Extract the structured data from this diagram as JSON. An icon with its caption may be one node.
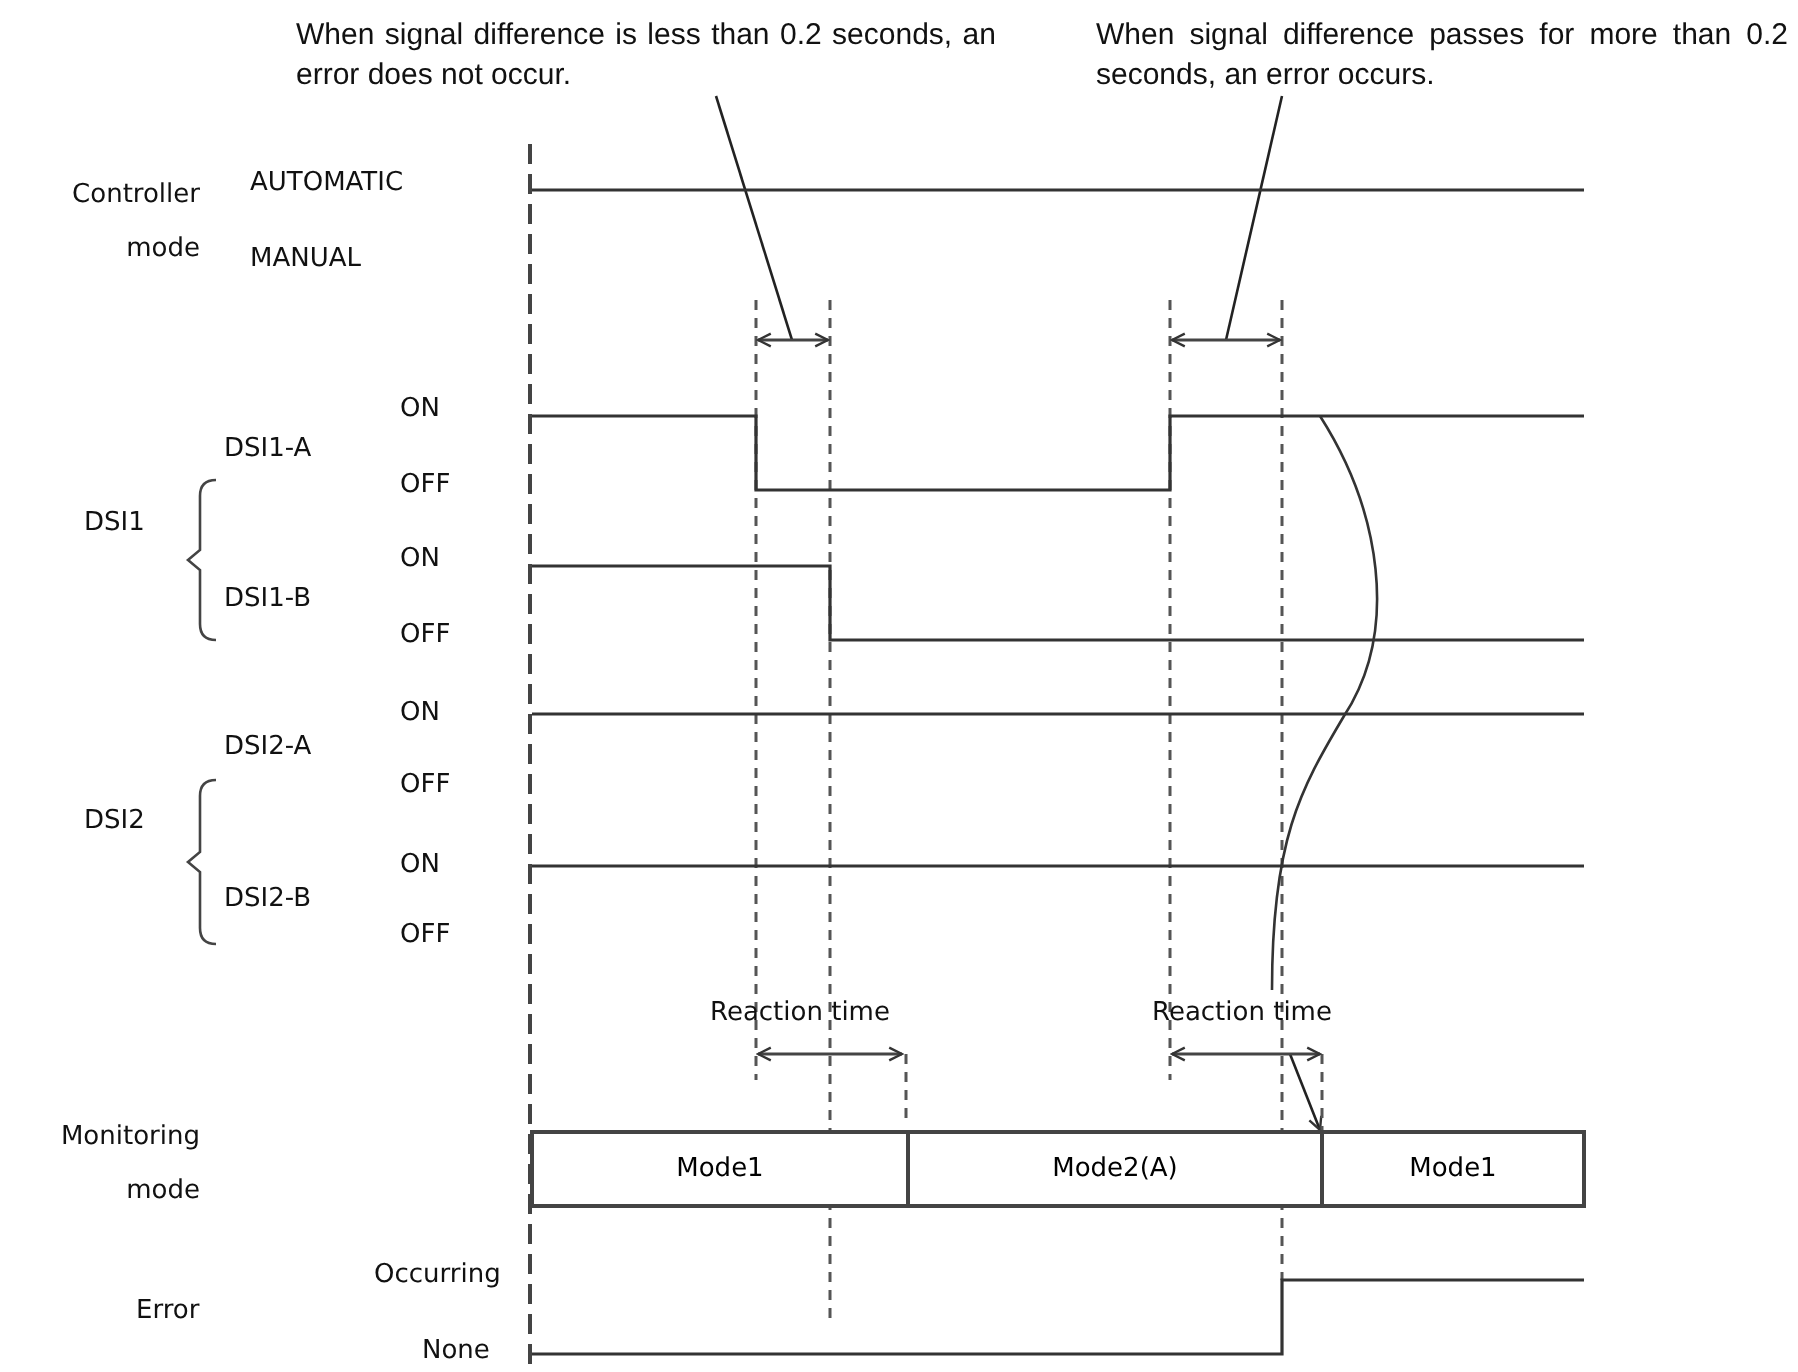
{
  "diagram": {
    "nodes": [
      {
        "text": [
          "When signal difference is less than 0.2 seconds, an error does not occur."
        ]
      },
      {
        "text": [
          "When signal difference passes for more than 0.2 seconds, an error occurs."
        ]
      },
      {
        "text": [
          "Mode1"
        ]
      },
      {
        "text": [
          "Mode2(A)"
        ]
      },
      {
        "text": [
          "Mode1"
        ]
      }
    ],
    "edges": [
      {
        "from": 0,
        "to": null,
        "arrow": "none"
      },
      {
        "from": 1,
        "to": null,
        "arrow": "none"
      },
      {
        "from": null,
        "to": 4,
        "arrow": "to"
      }
    ],
    "labels": [
      "Controller mode",
      "AUTOMATIC",
      "MANUAL",
      "DSI1",
      "DSI1-A",
      "ON",
      "OFF",
      "DSI1-B",
      "ON",
      "OFF",
      "DSI2",
      "DSI2-A",
      "ON",
      "OFF",
      "DSI2-B",
      "ON",
      "OFF",
      "Reaction time",
      "Reaction time",
      "Monitoring mode",
      "Error",
      "Occurring",
      "None"
    ]
  }
}
